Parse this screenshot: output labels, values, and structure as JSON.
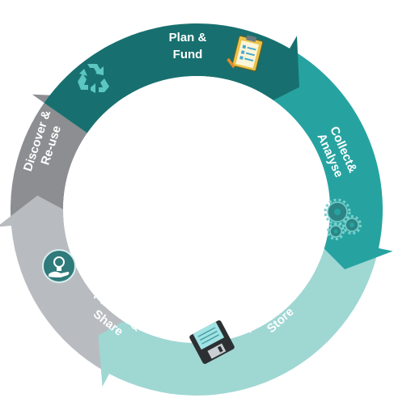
{
  "diagram": {
    "type": "cycle",
    "center_fill": "#ffffff",
    "segments": [
      {
        "id": "plan",
        "label_lines": [
          "Plan &",
          "Fund"
        ],
        "color": "#17706f",
        "icon": "clipboard-icon"
      },
      {
        "id": "collect",
        "label_lines": [
          "Collect&",
          "Analyse"
        ],
        "color": "#26a3a1",
        "icon": "gears-icon"
      },
      {
        "id": "preserve",
        "label_lines": [
          "Preserve &",
          "Store"
        ],
        "color": "#9fd7d3",
        "icon": "floppy-disk-icon"
      },
      {
        "id": "publish",
        "label_lines": [
          "Publish &",
          "Share"
        ],
        "color": "#b8bcc0",
        "icon": "lightbulb-hand-icon"
      },
      {
        "id": "discover",
        "label_lines": [
          "Discover &",
          "Re-use"
        ],
        "color": "#8c8e92",
        "icon": "recycle-icon"
      }
    ]
  }
}
